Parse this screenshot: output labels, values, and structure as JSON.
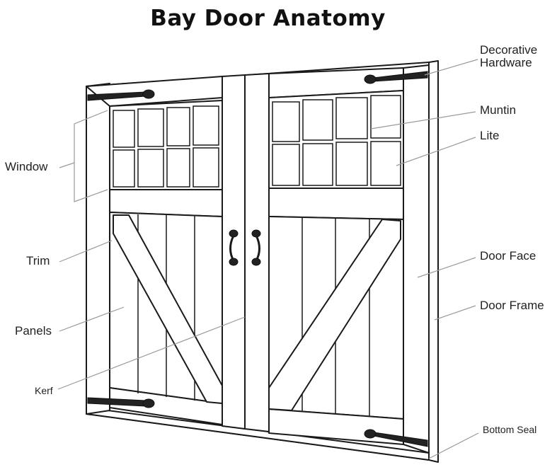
{
  "title": "Bay Door Anatomy",
  "labels": {
    "decorative_hardware": "Decorative\nHardware",
    "muntin": "Muntin",
    "lite": "Lite",
    "window": "Window",
    "trim": "Trim",
    "panels": "Panels",
    "kerf": "Kerf",
    "door_face": "Door Face",
    "door_frame": "Door Frame",
    "bottom_seal": "Bottom Seal"
  }
}
